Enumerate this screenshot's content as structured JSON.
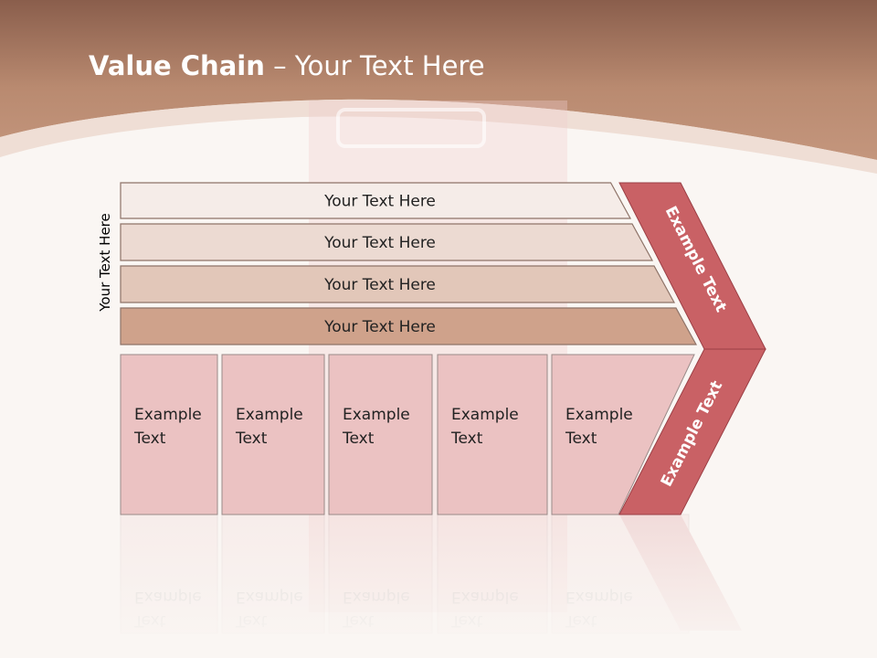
{
  "slide": {
    "title_bold": "Value Chain",
    "title_rest": " – Your Text Here",
    "side_label": "Your Text Here"
  },
  "bars": [
    {
      "label": "Your Text Here",
      "fill": "#f5ece8"
    },
    {
      "label": "Your Text Here",
      "fill": "#ecdad2"
    },
    {
      "label": "Your Text Here",
      "fill": "#e2c7b9"
    },
    {
      "label": "Your Text Here",
      "fill": "#cfa28b"
    }
  ],
  "boxes": [
    {
      "line1": "Example",
      "line2": "Text"
    },
    {
      "line1": "Example",
      "line2": "Text"
    },
    {
      "line1": "Example",
      "line2": "Text"
    },
    {
      "line1": "Example",
      "line2": "Text"
    },
    {
      "line1": "Example",
      "line2": "Text"
    }
  ],
  "chevron": {
    "top_label": "Example Text",
    "bottom_label": "Example Text",
    "fill": "#c96165"
  },
  "colors": {
    "header": "#b98a70",
    "box_fill": "#ebc2c2",
    "accent_red": "#c96165"
  }
}
